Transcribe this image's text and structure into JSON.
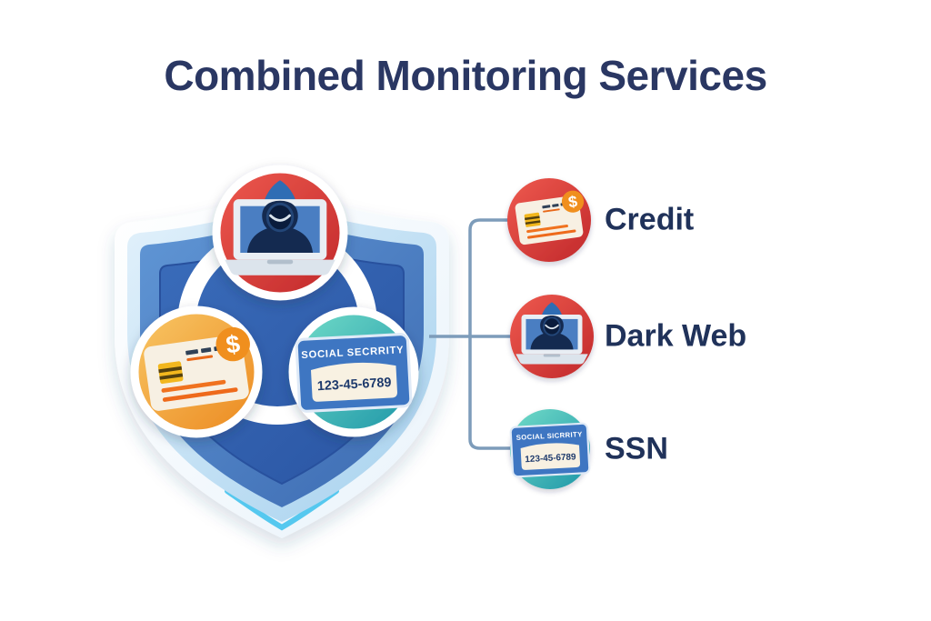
{
  "title": "Combined Monitoring Services",
  "credit_badge": "$",
  "ssn_card_main": {
    "title": "SOCIAL SECRRITY",
    "number": "123-45-6789"
  },
  "ssn_card_legend": {
    "title": "SOCIAL SICRRITY",
    "number": "123-45-6789"
  },
  "legend": {
    "items": [
      {
        "label": "Credit",
        "icon": "credit-card-icon",
        "circle_color": "#d93434"
      },
      {
        "label": "Dark Web",
        "icon": "hacker-laptop-icon",
        "circle_color": "#d93434"
      },
      {
        "label": "SSN",
        "icon": "ssn-card-icon",
        "circle_color": "#2aa4ae"
      }
    ]
  },
  "hub": {
    "nodes": [
      {
        "id": "dark-web-threat",
        "icon": "hacker-laptop-icon",
        "circle_color": "#d93434"
      },
      {
        "id": "credit-card",
        "icon": "credit-card-icon",
        "circle_color": "#ef8f25"
      },
      {
        "id": "ssn-card",
        "icon": "ssn-card-icon",
        "circle_color": "#2aa4ae"
      }
    ]
  },
  "icons": {
    "shield": "shield-icon",
    "hacker": "hacker-laptop-icon",
    "credit": "credit-card-icon",
    "ssn": "ssn-card-icon",
    "dollar": "dollar-badge-icon"
  },
  "palette": {
    "background": "#ffffff",
    "title_navy": "#2a3763",
    "label_navy": "#20325a",
    "red": "#d93434",
    "orange": "#ef8f25",
    "teal": "#2aa4ae",
    "shield_face_blue": "#4b81c5",
    "shield_inner_blue": "#2e5dad",
    "shield_light_blue": "#c8e4f6",
    "shield_tip_cyan": "#55c8ef",
    "connector_gray_blue": "#7d9cba"
  }
}
